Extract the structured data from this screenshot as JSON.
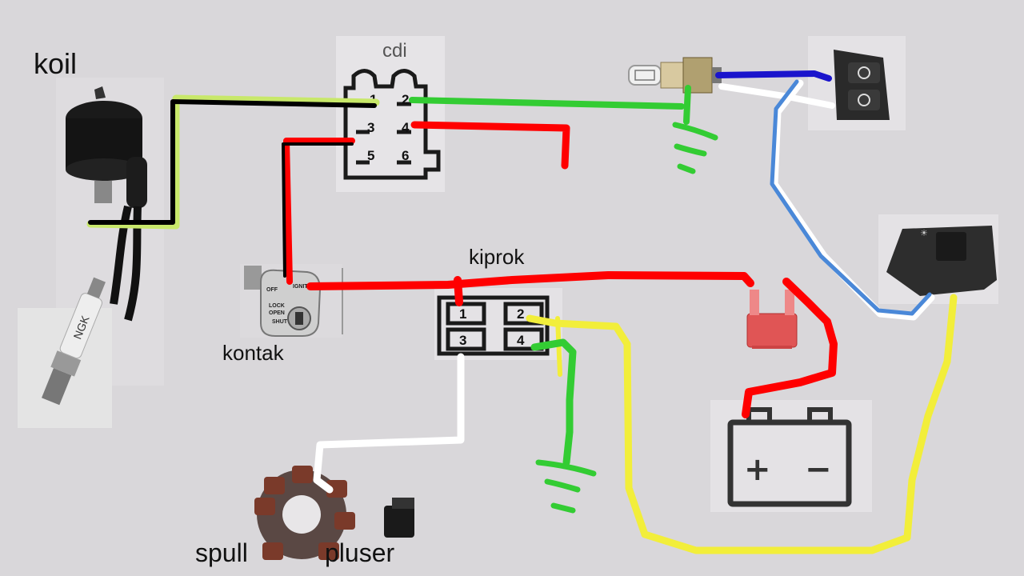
{
  "labels": {
    "koil": "koil",
    "cdi": "cdi",
    "kiprok": "kiprok",
    "kontak": "kontak",
    "spull": "spull",
    "pluser": "pluser"
  },
  "cdi_pins": [
    "1",
    "2",
    "3",
    "4",
    "5",
    "6"
  ],
  "kiprok_pins": [
    "1",
    "2",
    "3",
    "4"
  ],
  "kontak_text": {
    "off": "OFF",
    "ignition": "IGNITI",
    "lock": "LOCK",
    "open": "OPEN",
    "shut": "SHUT"
  },
  "spark_plug_text": "NGK",
  "battery_symbols": {
    "plus": "+",
    "minus": "−"
  },
  "wire_colors": {
    "red": "#ff0000",
    "black": "#000000",
    "green": "#33cc33",
    "yellow": "#f2ee3a",
    "white": "#ffffff",
    "blue": "#1a14cc",
    "light_blue": "#4a88d8",
    "light_green": "#c8e86a"
  },
  "icons": [
    "ignition-coil-icon",
    "spark-plug-icon",
    "cdi-connector-icon",
    "headlight-bulb-icon",
    "dimmer-switch-icon",
    "headlight-switch-icon",
    "ignition-key-switch-icon",
    "rectifier-connector-icon",
    "fuse-icon",
    "battery-icon",
    "stator-icon",
    "pulser-icon",
    "ground-symbol-icon"
  ]
}
